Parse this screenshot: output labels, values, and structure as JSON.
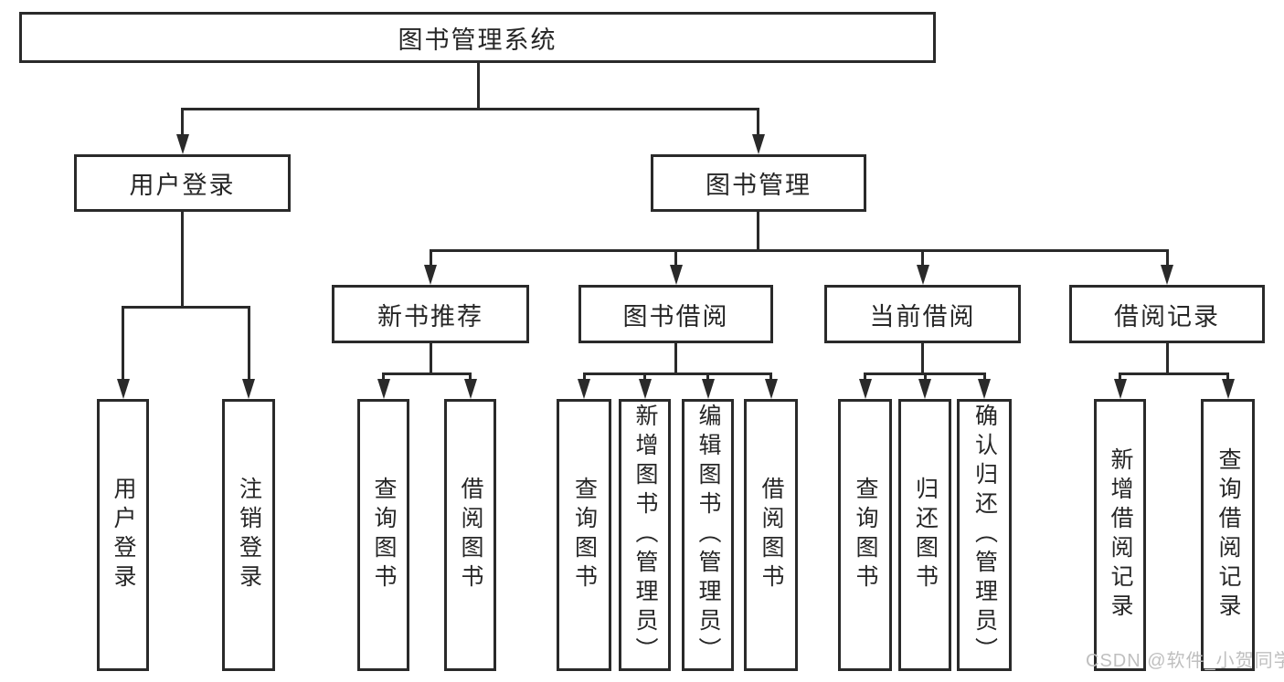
{
  "colors": {
    "line": "#2a2a2a",
    "text": "#262626",
    "watermark": "#bfbfbf",
    "background": "#ffffff"
  },
  "tree": {
    "root": {
      "label": "图书管理系统"
    },
    "user_login": {
      "label": "用户登录",
      "children": [
        {
          "label": "用户登录"
        },
        {
          "label": "注销登录"
        }
      ]
    },
    "book_management": {
      "label": "图书管理",
      "groups": [
        {
          "label": "新书推荐",
          "children": [
            {
              "label": "查询图书"
            },
            {
              "label": "借阅图书"
            }
          ]
        },
        {
          "label": "图书借阅",
          "children": [
            {
              "label": "查询图书"
            },
            {
              "label": "新增图书（管理员）"
            },
            {
              "label": "编辑图书（管理员）"
            },
            {
              "label": "借阅图书"
            }
          ]
        },
        {
          "label": "当前借阅",
          "children": [
            {
              "label": "查询图书"
            },
            {
              "label": "归还图书"
            },
            {
              "label": "确认归还（管理员）"
            }
          ]
        },
        {
          "label": "借阅记录",
          "children": [
            {
              "label": "新增借阅记录"
            },
            {
              "label": "查询借阅记录"
            }
          ]
        }
      ]
    }
  },
  "watermark": {
    "text": "CSDN @软件_小贺同学"
  }
}
